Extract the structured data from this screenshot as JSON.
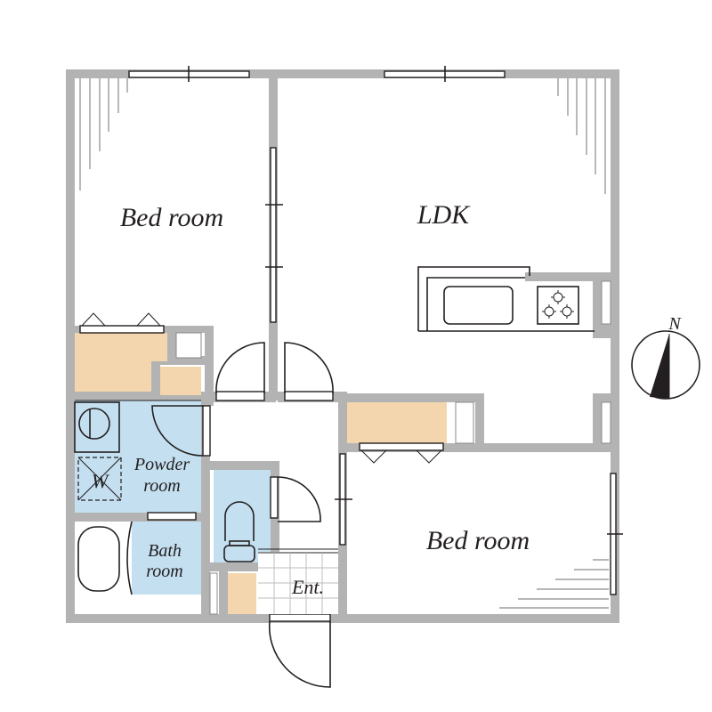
{
  "floor_plan": {
    "type": "2LDK apartment floor plan",
    "rooms": [
      {
        "id": "bedroom_nw",
        "label": "Bed room"
      },
      {
        "id": "ldk",
        "label": "LDK"
      },
      {
        "id": "bedroom_se",
        "label": "Bed room"
      },
      {
        "id": "powder_room",
        "label_line1": "Powder",
        "label_line2": "room"
      },
      {
        "id": "bath_room",
        "label_line1": "Bath",
        "label_line2": "room"
      },
      {
        "id": "entrance",
        "label": "Ent."
      }
    ],
    "fixtures": {
      "washer_label": "W"
    },
    "compass": {
      "label": "N"
    },
    "colors": {
      "wall": "#b3b3b3",
      "closet": "#f3d6ad",
      "wet_area": "#c4e0f0",
      "line": "#231f20"
    }
  }
}
